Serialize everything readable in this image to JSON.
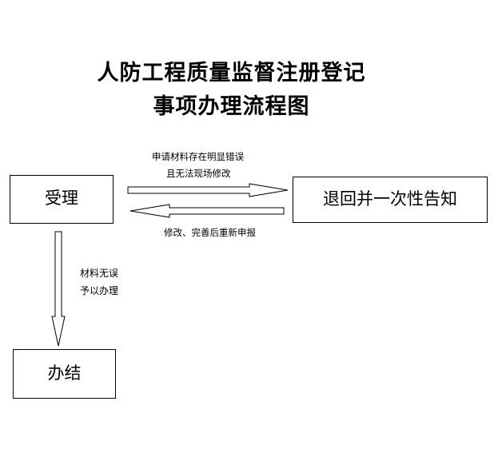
{
  "title": {
    "line1": "人防工程质量监督注册登记",
    "line2": "事项办理流程图"
  },
  "nodes": {
    "accept": "受理",
    "return_notify": "退回并一次性告知",
    "complete": "办结"
  },
  "edges": {
    "to_return": {
      "line1": "申请材料存在明显错误",
      "line2": "且无法现场修改"
    },
    "resubmit": "修改、完善后重新申报",
    "to_complete": {
      "line1": "材料无误",
      "line2": "予以办理"
    }
  }
}
